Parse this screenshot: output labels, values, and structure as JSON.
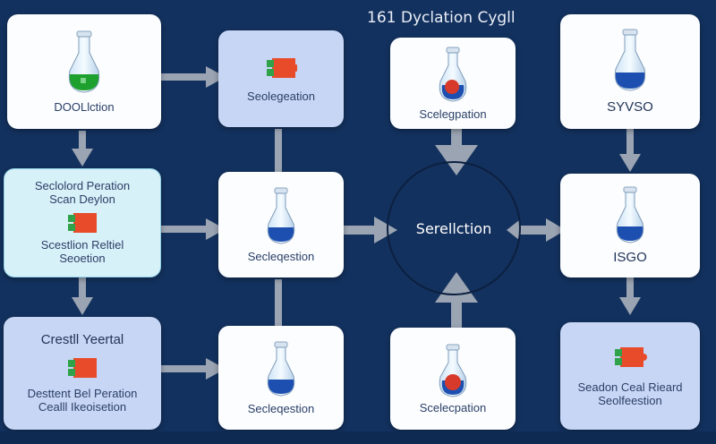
{
  "title": "161 Dyclation Cygll",
  "center_label": "Serellction",
  "nodes": {
    "n1": {
      "lines": [
        "DOOLlction"
      ]
    },
    "n2": {
      "lines": [
        "Seolegeation"
      ]
    },
    "n3": {
      "lines": [
        "Scelegpation"
      ]
    },
    "n4": {
      "lines": [
        "SYVSO"
      ]
    },
    "n5": {
      "lines": [
        "Seclolord Peration",
        "Scan Deylon",
        "Scestlion Reltiel",
        "Seoetion"
      ]
    },
    "n6": {
      "lines": [
        "Secleqestion"
      ]
    },
    "n7": {
      "lines": [
        "ISGO"
      ]
    },
    "n8": {
      "lines": [
        "Crestll Yeertal",
        "Desttent Bel Peration",
        "Cealll Ikeoisetion"
      ]
    },
    "n9": {
      "lines": [
        "Secleqestion"
      ]
    },
    "n10": {
      "lines": [
        "Scelecpation"
      ]
    },
    "n11": {
      "lines": [
        "Seadon Ceal Rieard",
        "Seolfeestion"
      ]
    }
  },
  "colors": {
    "background": "#13315e",
    "card_white": "#fbfdff",
    "card_blue": "#c7d6f5",
    "card_cyan": "#d7f1f9",
    "arrow": "#9aa4b2",
    "liquid_blue": "#1d4fb0",
    "liquid_green": "#1ea02e",
    "accent_red": "#e84b2a",
    "accent_green": "#2fa24a"
  },
  "icons": {
    "flask": "flask-icon",
    "puzzle": "puzzle-piece-icon"
  }
}
